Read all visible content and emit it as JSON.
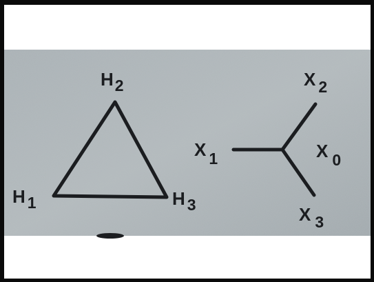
{
  "diagram": {
    "triangle": {
      "top_label": {
        "main": "H",
        "sub": "2"
      },
      "left_label": {
        "main": "H",
        "sub": "1"
      },
      "right_label": {
        "main": "H",
        "sub": "3"
      }
    },
    "y_graph": {
      "left_label": {
        "main": "X",
        "sub": "1"
      },
      "top_label": {
        "main": "X",
        "sub": "2"
      },
      "center_label": {
        "main": "X",
        "sub": "0"
      },
      "bottom_label": {
        "main": "X",
        "sub": "3"
      }
    }
  },
  "colors": {
    "background": "#a9b1b5",
    "ink": "#1b1d20",
    "border": "#0a0a0a"
  }
}
